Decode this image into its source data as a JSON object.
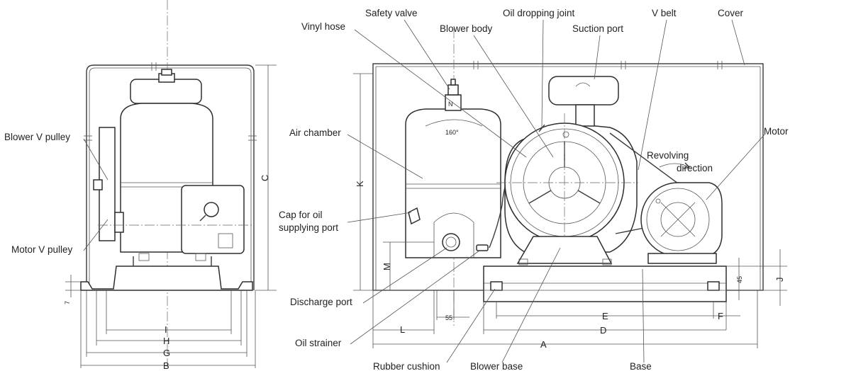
{
  "labels": {
    "safety_valve": "Safety valve",
    "oil_dropping_joint": "Oil dropping joint",
    "v_belt": "V belt",
    "cover": "Cover",
    "vinyl_hose": "Vinyl hose",
    "blower_body": "Blower body",
    "suction_port": "Suction port",
    "air_chamber": "Air chamber",
    "motor": "Motor",
    "revolving_direction_1": "Revolving",
    "revolving_direction_2": "direction",
    "cap_oil_1": "Cap for oil",
    "cap_oil_2": "supplying port",
    "discharge_port": "Discharge port",
    "oil_strainer": "Oil strainer",
    "rubber_cushion": "Rubber cushion",
    "blower_base": "Blower base",
    "base": "Base",
    "blower_v_pulley": "Blower V pulley",
    "motor_v_pulley": "Motor V pulley"
  },
  "dimensions": {
    "A": "A",
    "B": "B",
    "C": "C",
    "D": "D",
    "E": "E",
    "F": "F",
    "G": "G",
    "H": "H",
    "I": "I",
    "J": "J",
    "K": "K",
    "L": "L",
    "M": "M",
    "angle": "160°",
    "d55": "55",
    "d45": "45",
    "d7": "7"
  }
}
